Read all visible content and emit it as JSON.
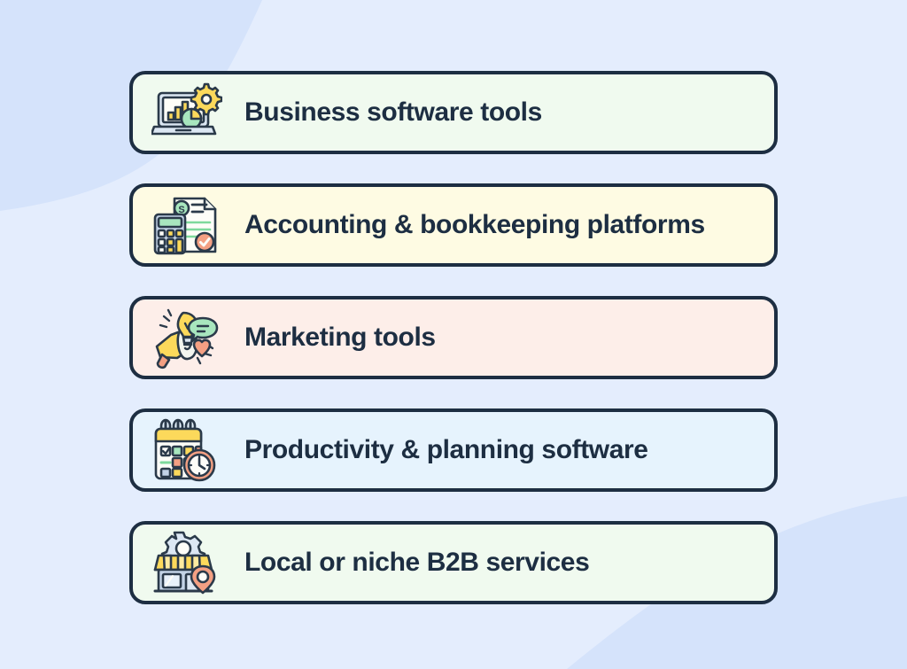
{
  "page": {
    "background_color": "#e4edfd",
    "wave_color": "#d5e3fb",
    "border_color": "#1d2e42",
    "text_color": "#1d2e42"
  },
  "cards": [
    {
      "label": "Business software tools",
      "background_color": "#f0faef",
      "icon": "laptop-analytics-gear-icon"
    },
    {
      "label": "Accounting & bookkeeping platforms",
      "background_color": "#fefbe3",
      "icon": "calculator-invoice-icon"
    },
    {
      "label": "Marketing tools",
      "background_color": "#fdeee9",
      "icon": "megaphone-lightbulb-icon"
    },
    {
      "label": "Productivity & planning software",
      "background_color": "#e6f3fd",
      "icon": "calendar-clock-icon"
    },
    {
      "label": "Local or niche B2B services",
      "background_color": "#f0faef",
      "icon": "storefront-pin-icon"
    }
  ],
  "palette": {
    "yellow": "#fcd95b",
    "yellow_light": "#fdeaa0",
    "green": "#a8e6be",
    "green_light": "#c9f0d6",
    "orange": "#f4a083",
    "orange_light": "#f8c0ab",
    "blue_gray": "#c3d3e6",
    "blue_gray_light": "#dce7f3",
    "paper": "#fdfdf8",
    "stroke": "#2b3a4a"
  }
}
